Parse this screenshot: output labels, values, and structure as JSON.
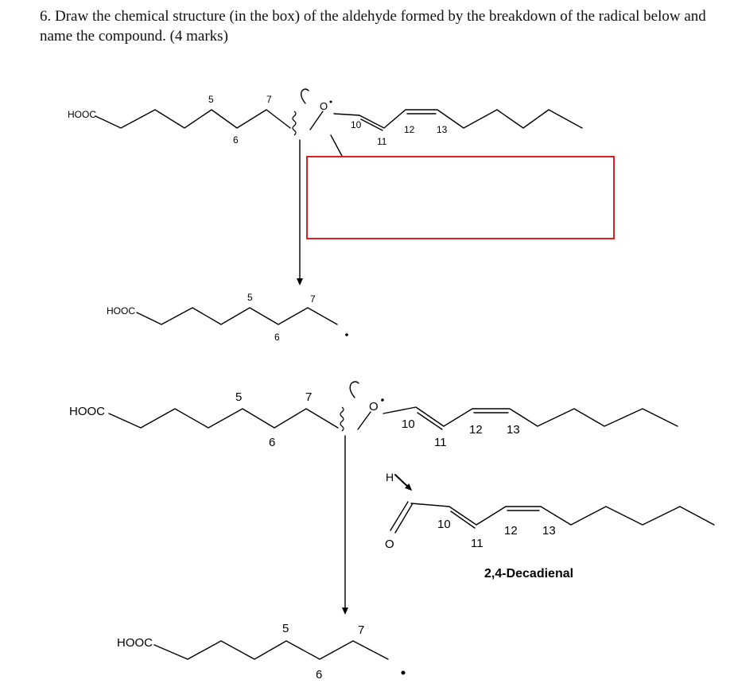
{
  "question": {
    "text": "6. Draw the chemical structure (in the box) of the aldehyde formed by the breakdown of the radical below and name the compound. (4 marks)"
  },
  "answer_box": {
    "border_color": "#e02020"
  },
  "scheme1": {
    "acid_group": "HOOC",
    "radical_o": "O",
    "numbers": {
      "c5": "5",
      "c6": "6",
      "c7": "7",
      "c10": "10",
      "c11": "11",
      "c12": "12",
      "c13": "13"
    }
  },
  "product1": {
    "acid_group": "HOOC",
    "numbers": {
      "c5": "5",
      "c6": "6",
      "c7": "7"
    }
  },
  "scheme2": {
    "acid_group": "HOOC",
    "radical_o": "O",
    "hydrogen": "H",
    "numbers": {
      "c5": "5",
      "c6": "6",
      "c7": "7",
      "c10": "10",
      "c11": "11",
      "c12": "12",
      "c13": "13"
    }
  },
  "aldehyde": {
    "oxygen": "O",
    "numbers": {
      "c10": "10",
      "c11": "11",
      "c12": "12",
      "c13": "13"
    },
    "name": "2,4-Decadienal"
  },
  "product2": {
    "acid_group": "HOOC",
    "numbers": {
      "c5": "5",
      "c6": "6",
      "c7": "7"
    }
  }
}
